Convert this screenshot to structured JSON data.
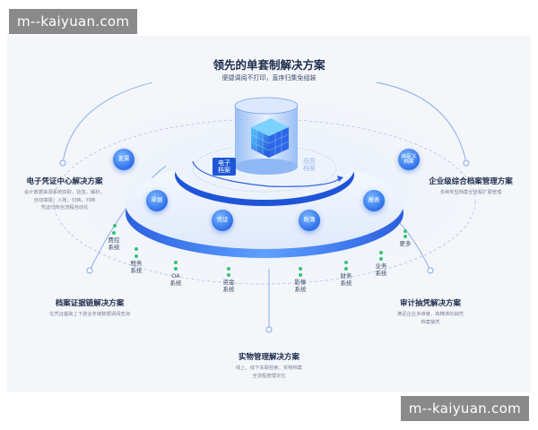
{
  "watermark": {
    "top_left": "m--kaiyuan.com",
    "bottom_right": "m--kaiyuan.com"
  },
  "header": {
    "title": "领先的单套制解决方案",
    "subtitle": "便捷调阅不打印，直序归集免组装"
  },
  "core": {
    "left_label": "电子档案",
    "right_label": "纸质档案"
  },
  "solutions": {
    "voucher": {
      "title": "电子凭证中心解决方案",
      "desc": [
        "会计数据来源系统获取，验签，解析，",
        "自动填报，入账，归档，归档",
        "凭证归档全流程自动化"
      ]
    },
    "enterprise": {
      "title": "企业级综合档案管理方案",
      "desc": [
        "多种类型档案全流程扩展管理"
      ]
    },
    "chain": {
      "title": "档案证据链解决方案",
      "desc": [
        "在凭证基础上下游业务链数据调阅查询"
      ]
    },
    "audit": {
      "title": "审计抽凭解决方案",
      "desc": [
        "满足企业多维度、高精准的抽凭",
        "档案抽凭"
      ]
    },
    "physical": {
      "title": "实物管理解决方案",
      "desc": [
        "线上、线下关联检索，实物档案",
        "全流程管理定位"
      ]
    }
  },
  "ring_nodes": {
    "invoice": "发票",
    "bill": "单据",
    "voucher": "凭证",
    "ledger": "账簿",
    "report": "报表",
    "custom": "自定义档案"
  },
  "systems": {
    "expense": "费控系统",
    "tax": "税务系统",
    "oa": "OA系统",
    "fund": "资金系统",
    "image": "影像系统",
    "finance": "财务系统",
    "business": "业务系统",
    "more": "更多"
  },
  "colors": {
    "primary": "#1d57d6",
    "accent": "#36c27a",
    "title": "#1c2b4a"
  }
}
